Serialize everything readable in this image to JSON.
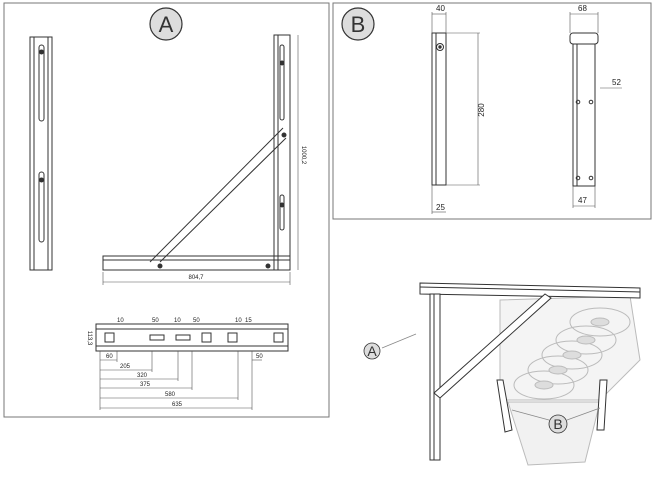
{
  "labels": {
    "panel_a": "A",
    "panel_b": "B",
    "callout_a": "A",
    "callout_b": "B"
  },
  "panel_a_dims": {
    "width": "804,7",
    "height": "1000,2",
    "top_height": "113,3",
    "top_10a": "10",
    "top_50a": "50",
    "top_10b": "10",
    "top_50b": "50",
    "top_10c": "10",
    "top_15": "15",
    "d60": "60",
    "d50": "50",
    "d205": "205",
    "d320": "320",
    "d375": "375",
    "d580": "580",
    "d635": "635"
  },
  "panel_b_dims": {
    "w40": "40",
    "h280": "280",
    "b25": "25",
    "w68": "68",
    "r52": "52",
    "b47": "47"
  },
  "colors": {
    "line": "#333333",
    "frame": "#777777",
    "cooler": "#c9c9c9"
  }
}
